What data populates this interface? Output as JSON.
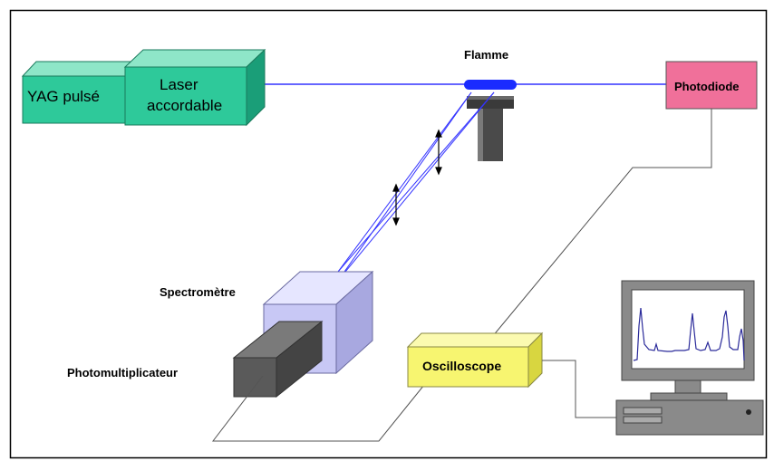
{
  "labels": {
    "yag": "YAG pulsé",
    "laser_line1": "Laser",
    "laser_line2": "accordable",
    "flame": "Flamme",
    "photodiode": "Photodiode",
    "spectrometer": "Spectromètre",
    "photomultiplier": "Photomultiplicateur",
    "oscilloscope": "Oscilloscope"
  },
  "colors": {
    "laser_box_front": "#2ec99a",
    "laser_box_top": "#8ee6c8",
    "laser_box_side": "#1a9e78",
    "beam": "#3333ff",
    "flame_body": "#1a2bff",
    "burner": "#4a4a4a",
    "photodiode_fill": "#f0709a",
    "spectro_front": "#c8c8f5",
    "spectro_top": "#e6e6ff",
    "spectro_side": "#a8a8e0",
    "pmt": "#555555",
    "oscillo_front": "#f7f570",
    "oscillo_side": "#d8d640",
    "monitor_frame": "#8a8a8a",
    "screen_trace": "#2a2a9a"
  }
}
